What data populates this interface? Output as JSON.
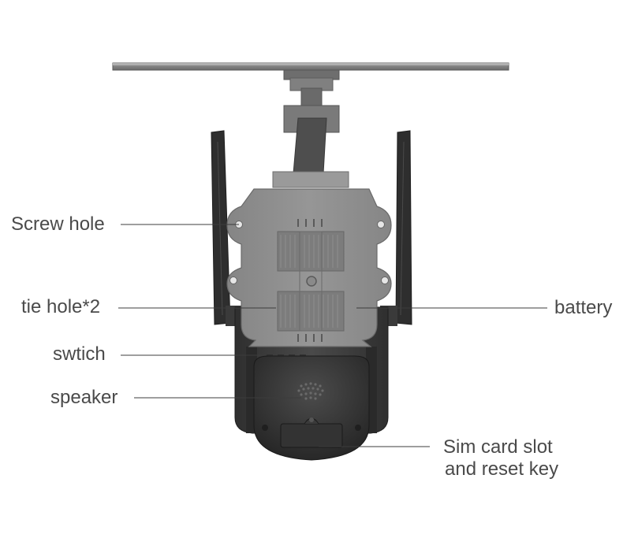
{
  "colors": {
    "background": "#ffffff",
    "label_text": "#4a4a4a",
    "leader_line": "#3c3c3c",
    "mount_plate": "#8e8e8e",
    "mount_plate_edge": "#6c6c6c",
    "camera_body": "#3f3f3f",
    "solar_panel": "#7d7d7d"
  },
  "labels": {
    "screw_hole": "Screw hole",
    "tie_hole": "tie hole*2",
    "switch": "swtich",
    "speaker": "speaker",
    "battery": "battery",
    "sim_line1": "Sim card slot",
    "sim_line2": "and reset key"
  }
}
